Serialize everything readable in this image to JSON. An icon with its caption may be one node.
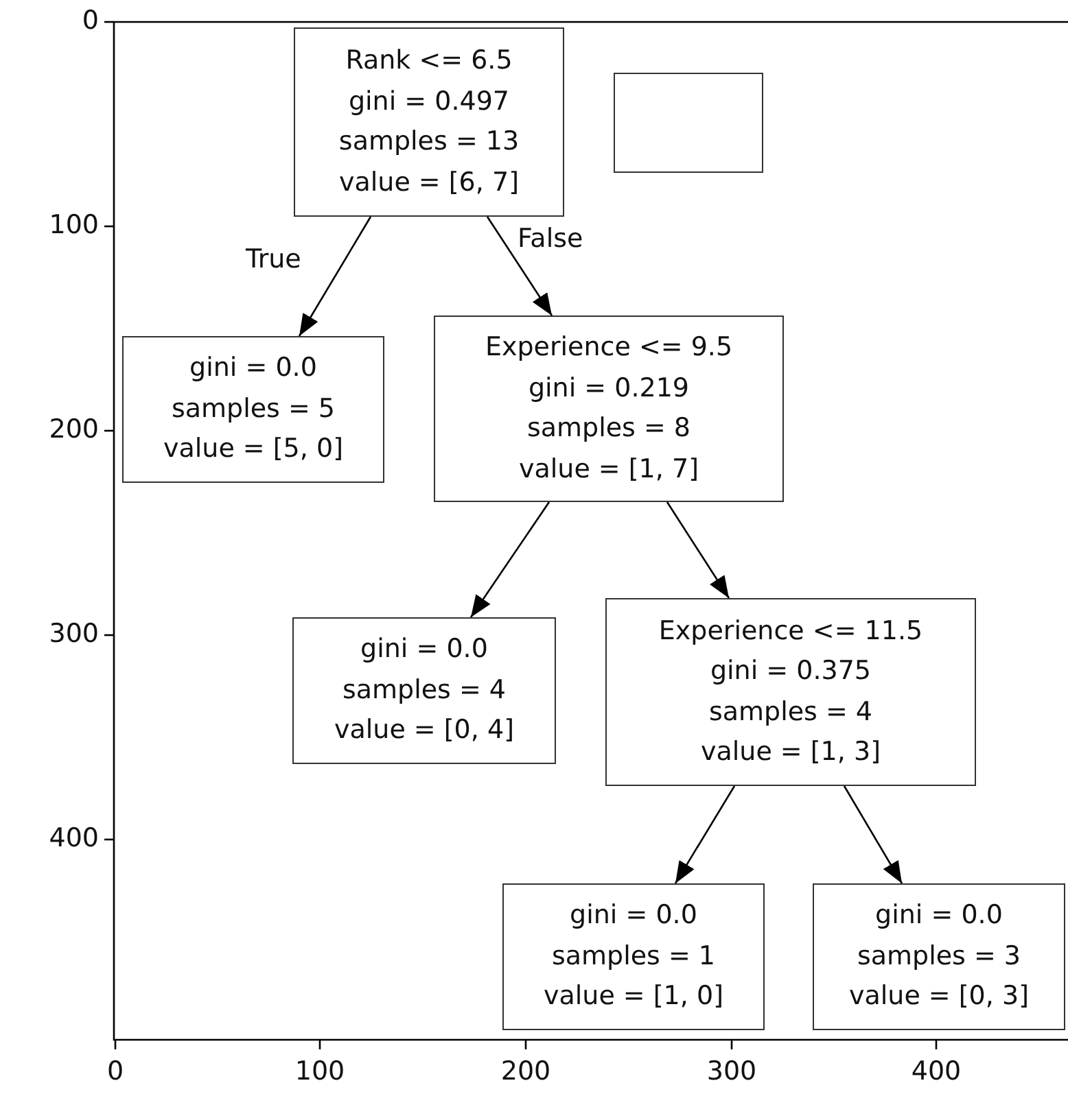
{
  "diagram": {
    "nodes": [
      {
        "text": [
          "Rank <= 6.5",
          "gini = 0.497",
          "samples = 13",
          "value = [6, 7]"
        ]
      },
      {
        "text": [],
        "shape": "box"
      },
      {
        "text": [
          "gini = 0.0",
          "samples = 5",
          "value = [5, 0]"
        ]
      },
      {
        "text": [
          "Experience <= 9.5",
          "gini = 0.219",
          "samples = 8",
          "value = [1, 7]"
        ]
      },
      {
        "text": [
          "gini = 0.0",
          "samples = 4",
          "value = [0, 4]"
        ]
      },
      {
        "text": [
          "Experience <= 11.5",
          "gini = 0.375",
          "samples = 4",
          "value = [1, 3]"
        ]
      },
      {
        "text": [
          "gini = 0.0",
          "samples = 1",
          "value = [1, 0]"
        ]
      },
      {
        "text": [
          "gini = 0.0",
          "samples = 3",
          "value = [0, 3]"
        ]
      }
    ],
    "edges": [
      {
        "from": 0,
        "to": 2,
        "arrow": "to",
        "label": "True"
      },
      {
        "from": 0,
        "to": 3,
        "arrow": "to",
        "label": "False"
      },
      {
        "from": 3,
        "to": 4,
        "arrow": "to"
      },
      {
        "from": 3,
        "to": 5,
        "arrow": "to"
      },
      {
        "from": 5,
        "to": 6,
        "arrow": "to"
      },
      {
        "from": 5,
        "to": 7,
        "arrow": "to"
      }
    ],
    "labels": [
      "0",
      "100",
      "200",
      "300",
      "400",
      "0",
      "100",
      "200",
      "300",
      "400"
    ]
  }
}
